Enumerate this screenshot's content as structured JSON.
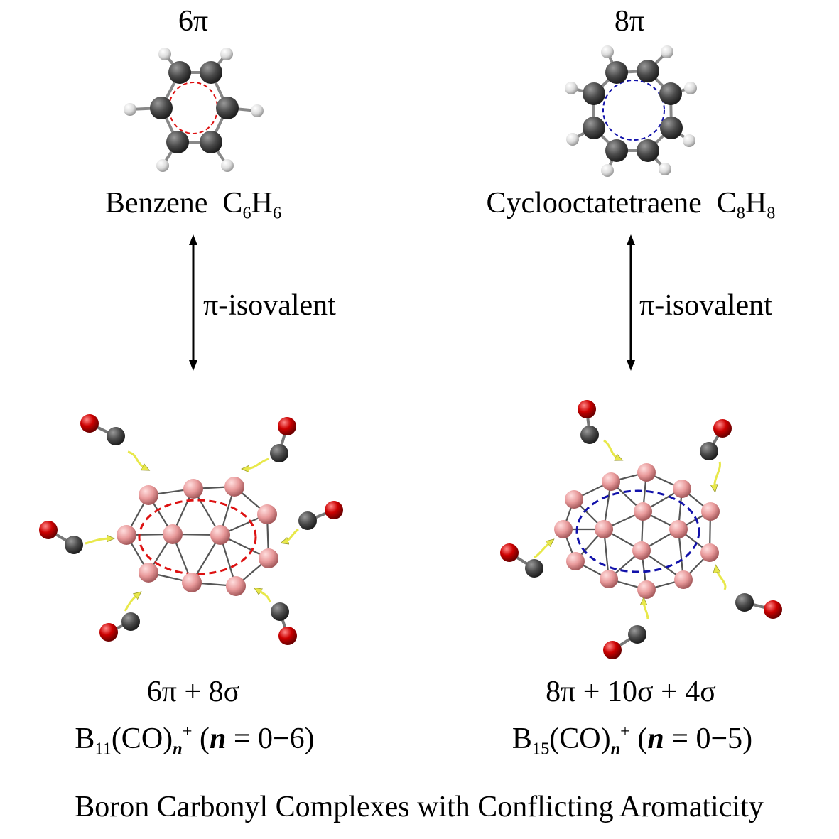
{
  "left": {
    "pi_count": "6π",
    "molecule_name": "Benzene",
    "molecule_formula": {
      "C": "C",
      "c_sub": "6",
      "H": "H",
      "h_sub": "6"
    },
    "relation_label": "π-isovalent",
    "electron_count": "6π + 8σ",
    "cluster_formula": {
      "base": "B",
      "base_sub": "11",
      "ligand": "(CO)",
      "ligand_sub": "n",
      "charge": "+",
      "open": "(",
      "n": "n",
      "range": " = 0−6)"
    }
  },
  "right": {
    "pi_count": "8π",
    "molecule_name": "Cyclooctatetraene",
    "molecule_formula": {
      "C": "C",
      "c_sub": "8",
      "H": "H",
      "h_sub": "8"
    },
    "relation_label": "π-isovalent",
    "electron_count": "8π + 10σ + 4σ",
    "cluster_formula": {
      "base": "B",
      "base_sub": "15",
      "ligand": "(CO)",
      "ligand_sub": "n",
      "charge": "+",
      "open": "(",
      "n": "n",
      "range": " = 0−5)"
    }
  },
  "footer": "Boron Carbonyl Complexes with Conflicting Aromaticity",
  "colors": {
    "carbon": "#4a4a4a",
    "hydrogen": "#dcdcdc",
    "oxygen": "#cc0000",
    "boron": "#e8999a",
    "benzene_ring": "#dd1111",
    "cot_ring": "#1111aa",
    "arrow_yellow": "#e8e84a"
  }
}
